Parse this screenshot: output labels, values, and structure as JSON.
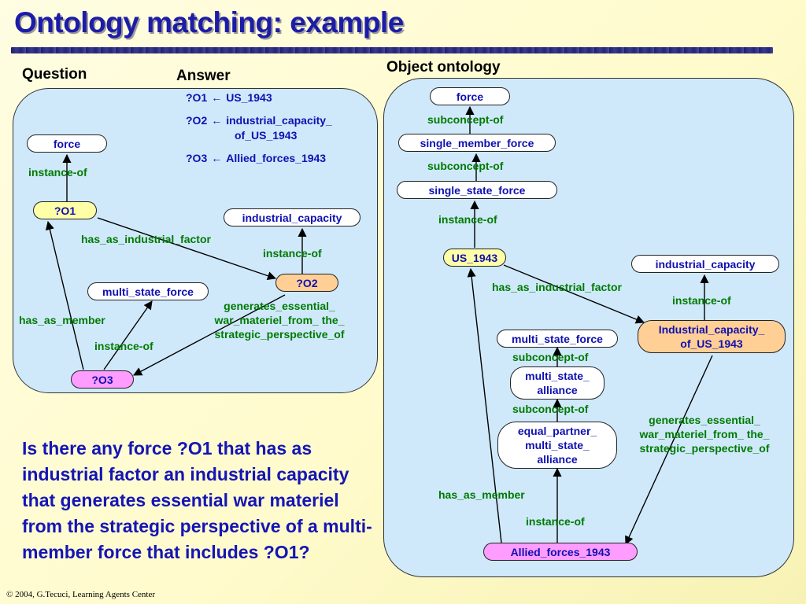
{
  "title": "Ontology matching: example",
  "labels": {
    "question": "Question",
    "answer": "Answer",
    "object_ontology": "Object ontology"
  },
  "answer_lines": [
    {
      "var": "?O1",
      "arrow": "←",
      "value": "US_1943"
    },
    {
      "var": "?O2",
      "arrow": "←",
      "value": "industrial_capacity_",
      "value2": "of_US_1943"
    },
    {
      "var": "?O3",
      "arrow": "←",
      "value": "Allied_forces_1943"
    }
  ],
  "question_graph": {
    "nodes": {
      "force": "force",
      "o1": "?O1",
      "industrial_capacity": "industrial_capacity",
      "o2": "?O2",
      "multi_state_force": "multi_state_force",
      "o3": "?O3"
    },
    "relations": {
      "instance_of_1": "instance-of",
      "has_as_industrial_factor": "has_as_industrial_factor",
      "instance_of_2": "instance-of",
      "generates_1": "generates_essential_",
      "generates_2": "war_materiel_from_ the_",
      "generates_3": "strategic_perspective_of",
      "has_as_member": "has_as_member",
      "instance_of_3": "instance-of"
    }
  },
  "object_graph": {
    "nodes": {
      "force": "force",
      "single_member_force": "single_member_force",
      "single_state_force": "single_state_force",
      "us_1943": "US_1943",
      "industrial_capacity": "industrial_capacity",
      "ic_us_1": "Industrial_capacity_",
      "ic_us_2": "of_US_1943",
      "multi_state_force": "multi_state_force",
      "msa_1": "multi_state_",
      "msa_2": "alliance",
      "epmsa_1": "equal_partner_",
      "epmsa_2": "multi_state_",
      "epmsa_3": "alliance",
      "allied_forces": "Allied_forces_1943"
    },
    "relations": {
      "subconcept_1": "subconcept-of",
      "subconcept_2": "subconcept-of",
      "instance_of_1": "instance-of",
      "has_as_industrial_factor": "has_as_industrial_factor",
      "instance_of_2": "instance-of",
      "subconcept_3": "subconcept-of",
      "subconcept_4": "subconcept-of",
      "generates_1": "generates_essential_",
      "generates_2": "war_materiel_from_ the_",
      "generates_3": "strategic_perspective_of",
      "has_as_member": "has_as_member",
      "instance_of_3": "instance-of"
    }
  },
  "question_text": "Is there any force ?O1 that has as industrial factor an industrial capacity that generates essential war materiel from the strategic perspective of a multi-member force that includes ?O1?",
  "footer": "© 2004, G.Tecuci, Learning Agents Center"
}
